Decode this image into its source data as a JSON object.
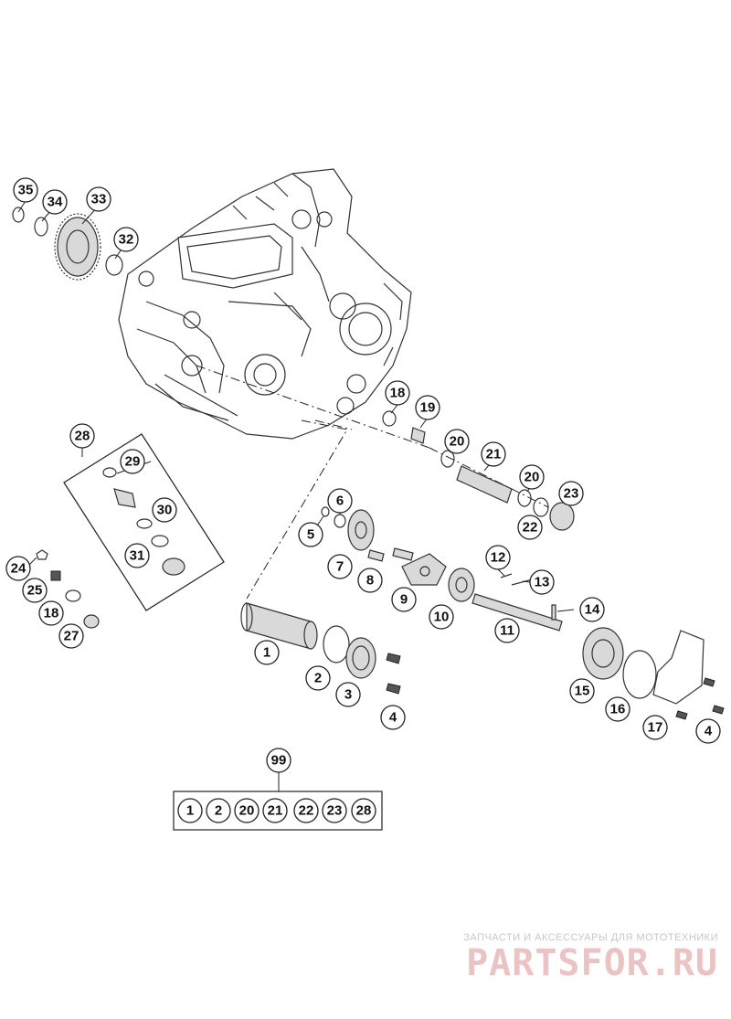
{
  "callouts": {
    "c1": "1",
    "c2": "2",
    "c3": "3",
    "c4a": "4",
    "c4b": "4",
    "c5": "5",
    "c6": "6",
    "c7": "7",
    "c8": "8",
    "c9": "9",
    "c10": "10",
    "c11": "11",
    "c12": "12",
    "c13": "13",
    "c14": "14",
    "c15": "15",
    "c16": "16",
    "c17": "17",
    "c18a": "18",
    "c18b": "18",
    "c19": "19",
    "c20a": "20",
    "c20b": "20",
    "c21": "21",
    "c22": "22",
    "c23": "23",
    "c24": "24",
    "c25": "25",
    "c27": "27",
    "c28": "28",
    "c29": "29",
    "c30": "30",
    "c31": "31",
    "c32": "32",
    "c33": "33",
    "c34": "34",
    "c35": "35",
    "c99": "99"
  },
  "kit_99_items": [
    "1",
    "2",
    "20",
    "21",
    "22",
    "23",
    "28"
  ],
  "watermark": {
    "tagline": "ЗАПЧАСТИ И АКСЕССУАРЫ ДЛЯ МОТОТЕХНИКИ",
    "brand": "PARTSFOR.RU"
  }
}
